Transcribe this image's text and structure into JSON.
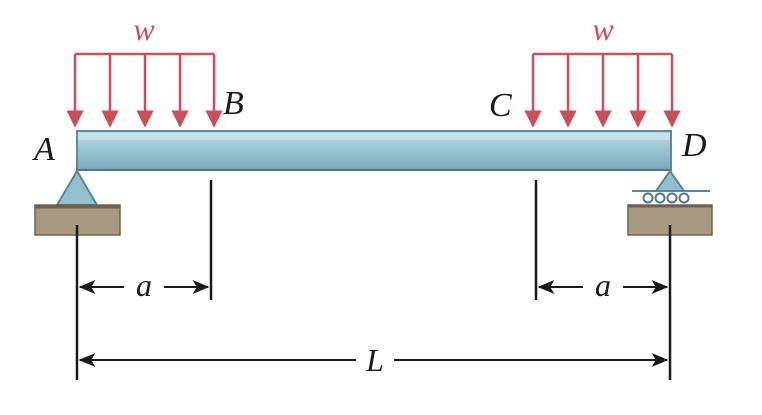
{
  "labels": {
    "load_left": "w",
    "load_right": "w",
    "point_a": "A",
    "point_b": "B",
    "point_c": "C",
    "point_d": "D",
    "dim_left": "a",
    "dim_right": "a",
    "dim_span": "L"
  },
  "colors": {
    "load_arrow": "#c9505a",
    "load_text": "#c9505a",
    "beam_fill": "#9ac4d4",
    "beam_highlight": "#c9e3ec",
    "beam_edge": "#5f8a99",
    "support_fill": "#93c0cf",
    "ground": "#a89a82",
    "ground_edge": "#6e6352",
    "dimension": "#1a1a1a"
  },
  "supports": {
    "left": "pin",
    "right": "roller"
  }
}
